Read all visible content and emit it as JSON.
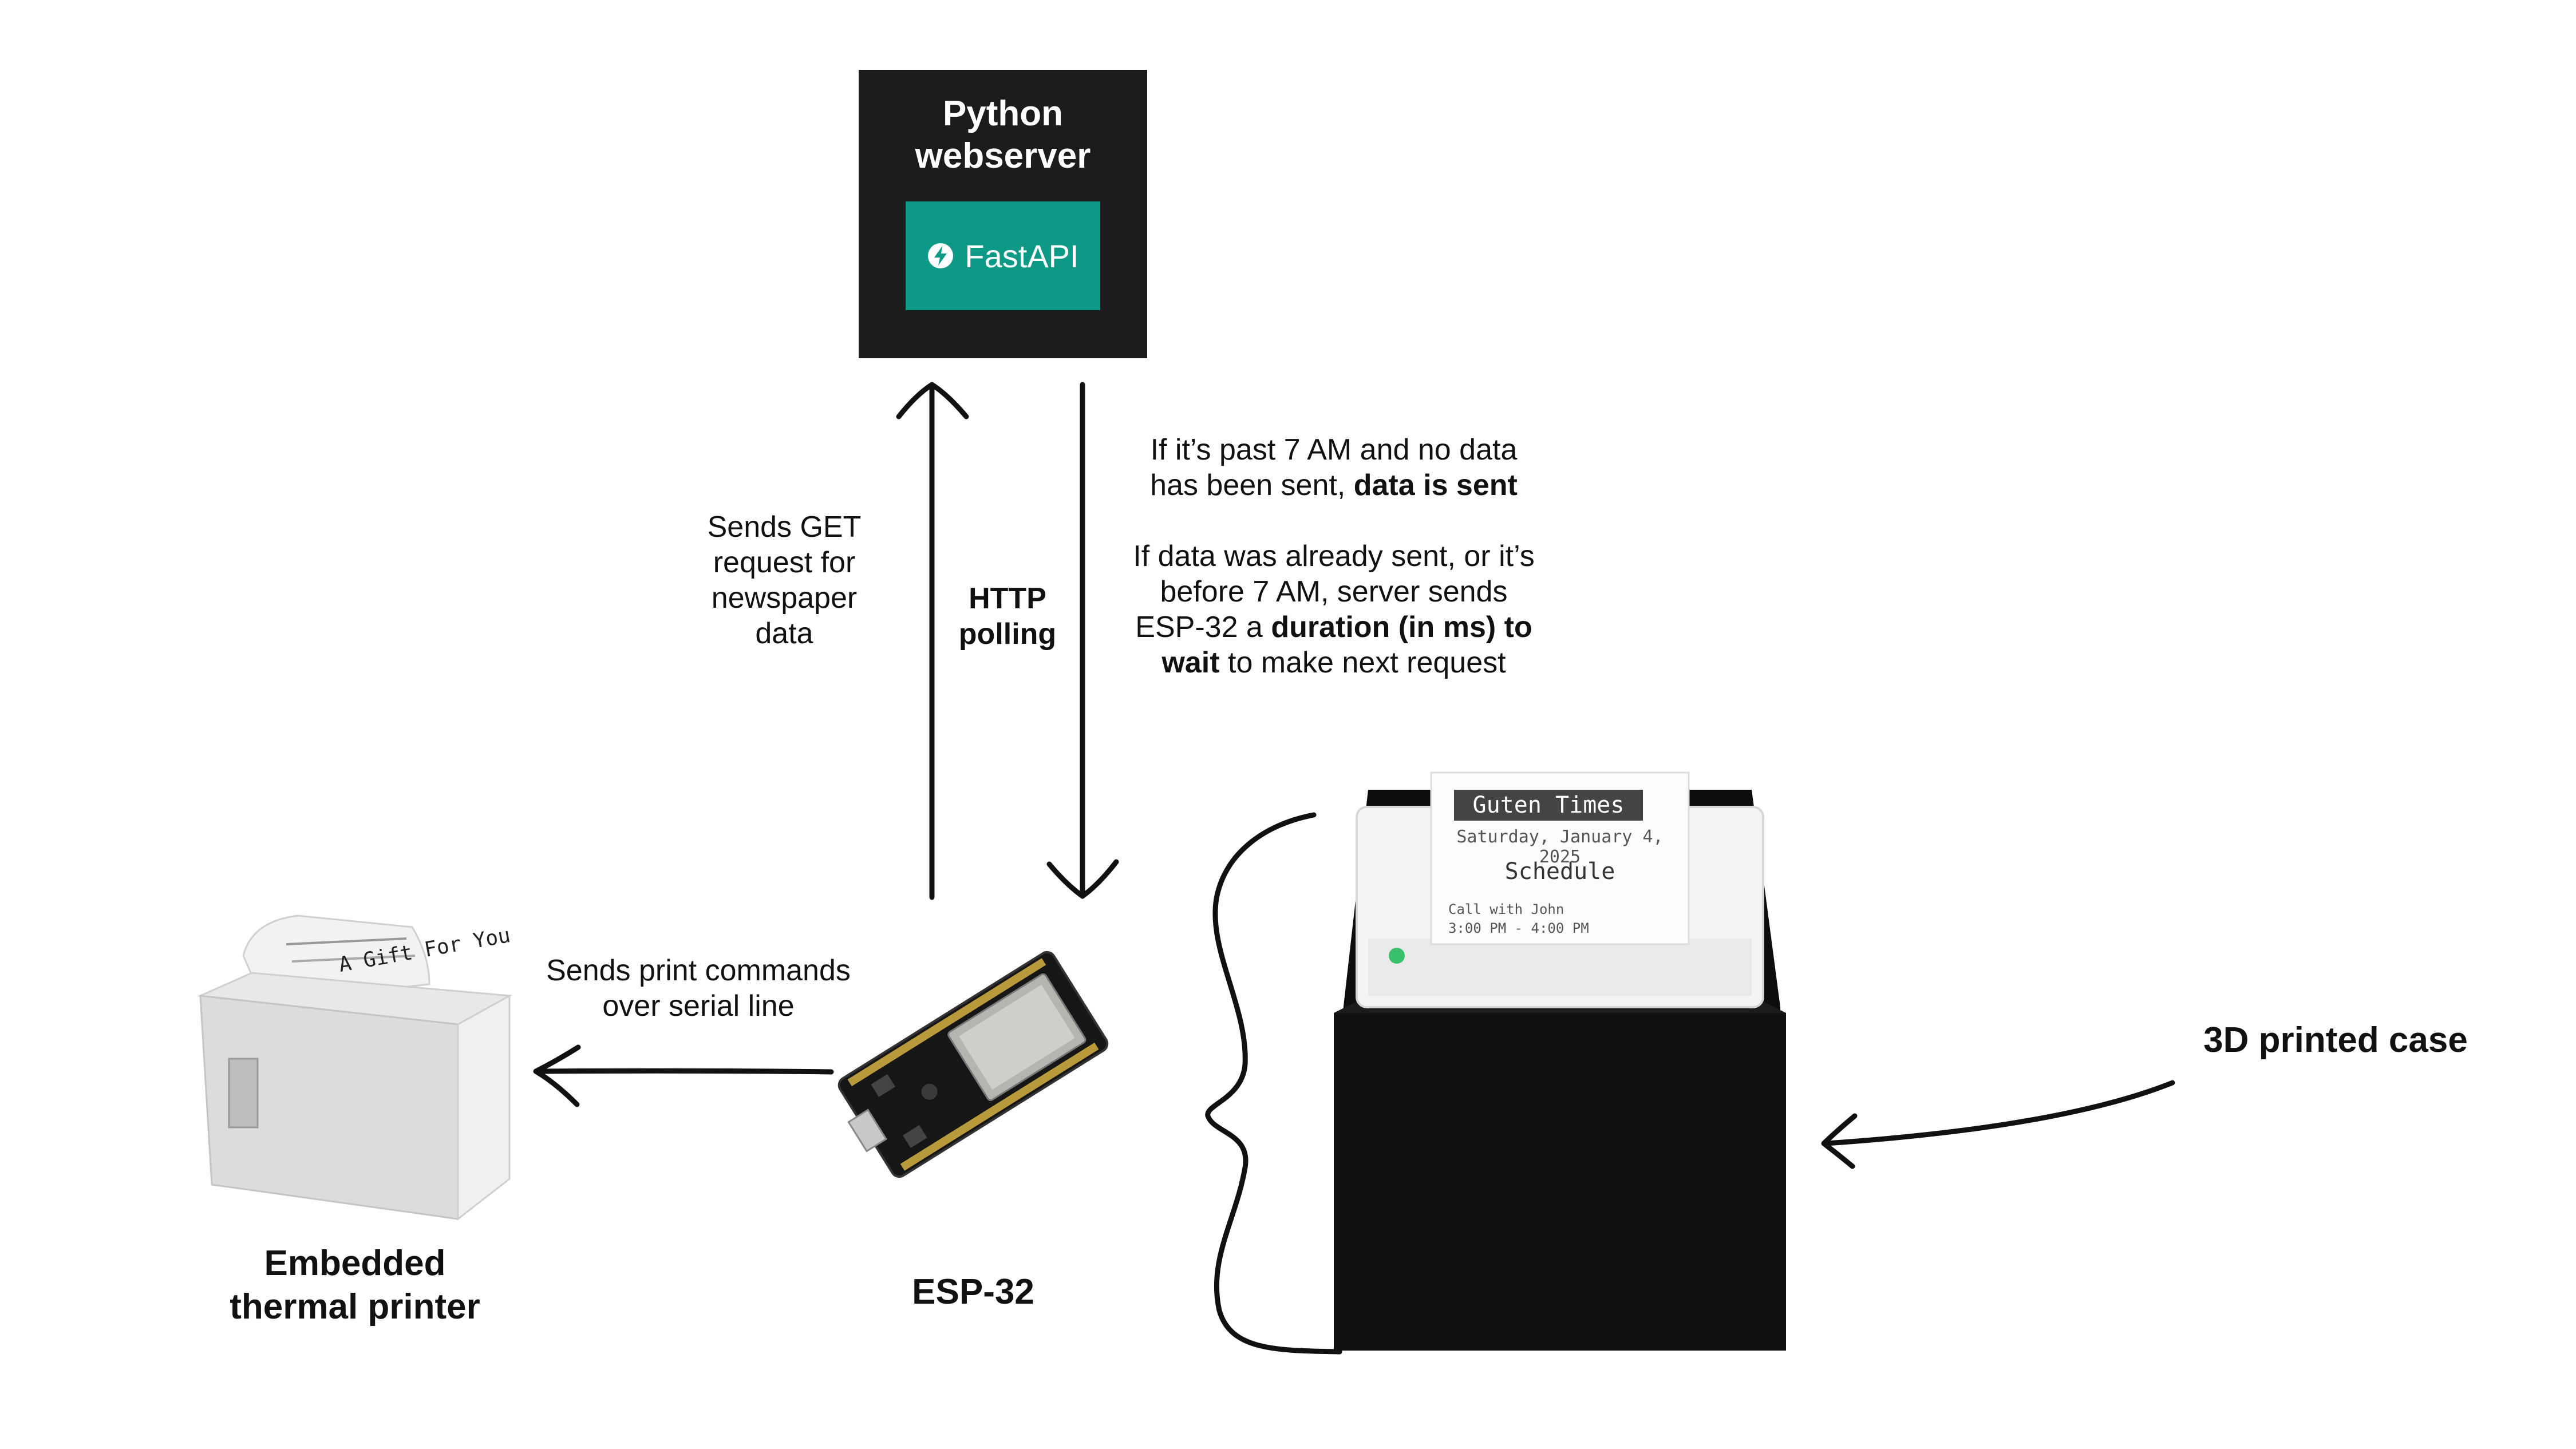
{
  "server": {
    "title_line1": "Python",
    "title_line2": "webserver",
    "framework": "FastAPI",
    "framework_icon": "bolt-icon",
    "box_color": "#1c1c1c",
    "framework_color": "#0c9a87"
  },
  "protocol": {
    "line1": "HTTP",
    "line2": "polling"
  },
  "request_label": {
    "line1": "Sends GET",
    "line2": "request for",
    "line3": "newspaper",
    "line4": "data"
  },
  "response_label": {
    "p1_line1": "If it’s past 7 AM and no data",
    "p1_line2_plain": "has been sent, ",
    "p1_line2_bold": "data is sent",
    "p2_line1": "If data was already sent, or it’s",
    "p2_line2": "before 7 AM, server sends",
    "p2_line3_plain": "ESP-32 a ",
    "p2_line3_bold": "duration (in ms) to",
    "p2_line4_bold": "wait",
    "p2_line4_plain": " to make next request"
  },
  "print_label": {
    "line1": "Sends print commands",
    "line2": "over serial line"
  },
  "esp32": {
    "label": "ESP-32"
  },
  "printer": {
    "label_line1": "Embedded",
    "label_line2": "thermal printer",
    "receipt_text": "A Gift For You"
  },
  "case": {
    "label": "3D printed case",
    "receipt_title": "Guten Times",
    "receipt_date": "Saturday, January 4, 2025",
    "receipt_heading": "Schedule",
    "receipt_item": "Call with John",
    "receipt_time": "3:00 PM - 4:00 PM"
  }
}
